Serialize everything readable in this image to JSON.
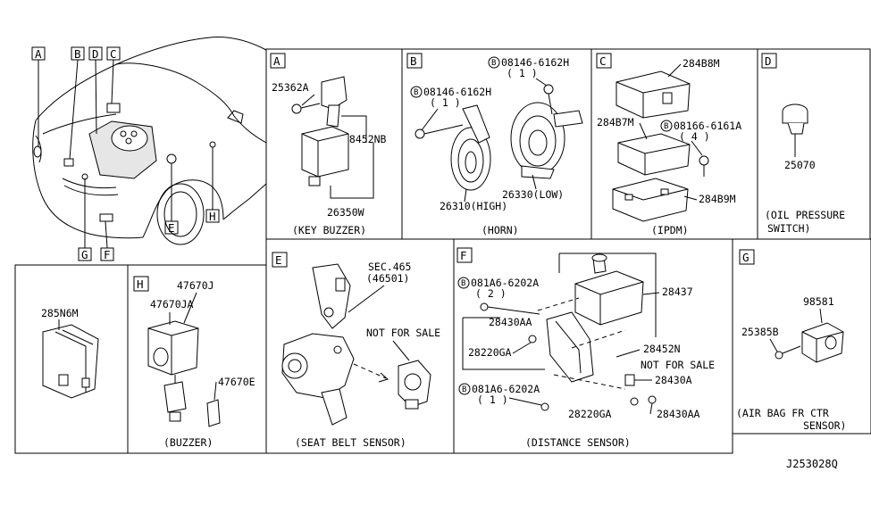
{
  "diagram_id": "J253028Q",
  "car_labels": {
    "A": "A",
    "B": "B",
    "D": "D",
    "C": "C",
    "G": "G",
    "F": "F",
    "E": "E",
    "H": "H"
  },
  "panels": {
    "A": {
      "letter": "A",
      "caption": "(KEY BUZZER)",
      "parts": {
        "p1": "25362A",
        "p2": "28452NB",
        "p3": "26350W"
      }
    },
    "B": {
      "letter": "B",
      "caption": "(HORN)",
      "parts": {
        "bolt1": "08146-6162H",
        "bolt1_qty": "( 1 )",
        "bolt2": "08146-6162H",
        "bolt2_qty": "( 1 )",
        "high": "26310(HIGH)",
        "low": "26330(LOW)"
      }
    },
    "C": {
      "letter": "C",
      "caption": "(IPDM)",
      "parts": {
        "p1": "284B8M",
        "p2": "284B7M",
        "bolt": "08166-6161A",
        "bolt_qty": "( 4 )",
        "p3": "284B9M"
      }
    },
    "D": {
      "letter": "D",
      "caption_line1": "(OIL PRESSURE",
      "caption_line2": "SWITCH)",
      "parts": {
        "p1": "25070"
      }
    },
    "none": {
      "parts": {
        "p1": "285N6M"
      }
    },
    "H": {
      "letter": "H",
      "caption": "(BUZZER)",
      "parts": {
        "p1": "47670J",
        "p2": "47670JA",
        "p3": "47670E"
      }
    },
    "E": {
      "letter": "E",
      "caption": "(SEAT BELT SENSOR)",
      "parts": {
        "sec": "SEC.465",
        "sec_ref": "(46501)",
        "nfs": "NOT FOR SALE"
      }
    },
    "F": {
      "letter": "F",
      "caption": "(DISTANCE SENSOR)",
      "parts": {
        "bolt1": "081A6-6202A",
        "bolt1_qty": "( 2 )",
        "p1": "28437",
        "p2": "28430AA",
        "p3": "28220GA",
        "p4": "28452N",
        "nfs": "NOT FOR SALE",
        "p5": "28430A",
        "bolt2": "081A6-6202A",
        "bolt2_qty": "( 1 )",
        "p6": "28220GA",
        "p7": "28430AA"
      }
    },
    "G": {
      "letter": "G",
      "caption_line1": "(AIR BAG FR CTR",
      "caption_line2": "SENSOR)",
      "parts": {
        "p1": "98581",
        "p2": "25385B"
      }
    }
  }
}
